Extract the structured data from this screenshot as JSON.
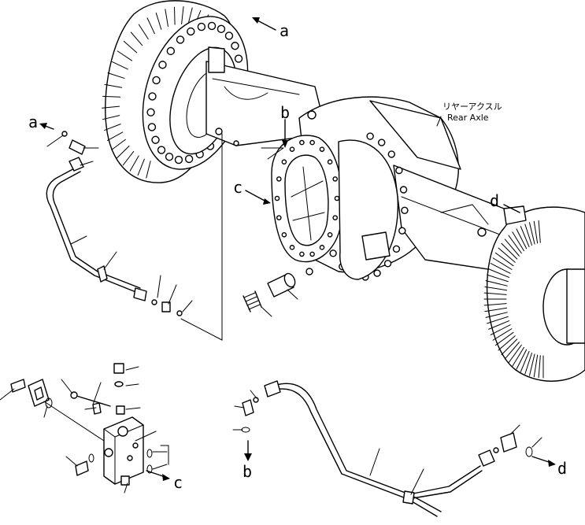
{
  "caption": {
    "japanese": "リヤーアクスル",
    "english": "Rear Axle"
  },
  "callouts": {
    "a": "a",
    "b": "b",
    "c": "c",
    "d": "d"
  }
}
